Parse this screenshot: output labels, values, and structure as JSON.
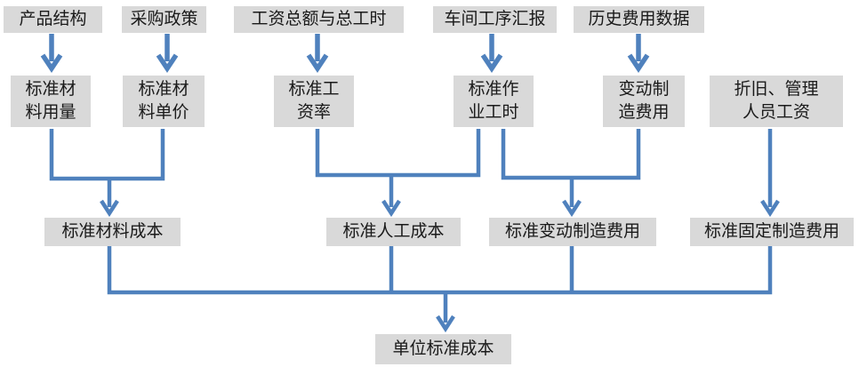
{
  "diagram": {
    "colors": {
      "box_fill": "#d9d9d9",
      "line": "#4f81bd",
      "text": "#1a1a1a",
      "background": "#ffffff"
    },
    "nodes": {
      "row1": [
        {
          "label": "产品结构"
        },
        {
          "label": "采购政策"
        },
        {
          "label": "工资总额与总工时"
        },
        {
          "label": "车间工序汇报"
        },
        {
          "label": "历史费用数据"
        }
      ],
      "row2": [
        {
          "label": "标准材\n料用量"
        },
        {
          "label": "标准材\n料单价"
        },
        {
          "label": "标准工\n资率"
        },
        {
          "label": "标准作\n业工时"
        },
        {
          "label": "变动制\n造费用"
        },
        {
          "label": "折旧、管理\n人员工资"
        }
      ],
      "row3": [
        {
          "label": "标准材料成本"
        },
        {
          "label": "标准人工成本"
        },
        {
          "label": "标准变动制造费用"
        },
        {
          "label": "标准固定制造费用"
        }
      ],
      "row4": [
        {
          "label": "单位标准成本"
        }
      ]
    }
  }
}
